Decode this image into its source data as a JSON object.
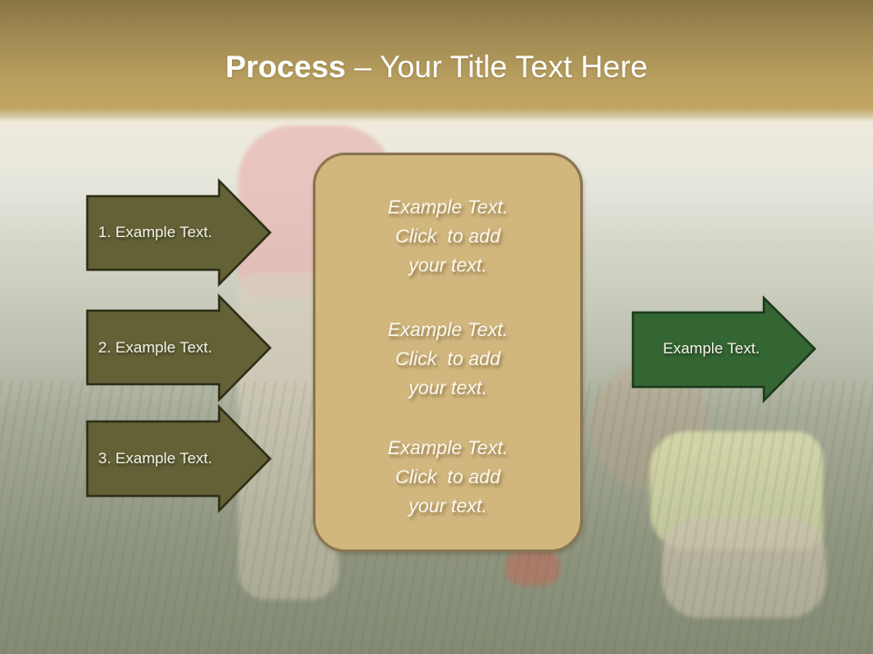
{
  "slide": {
    "title": {
      "bold": "Process",
      "regular": " – Your Title Text Here"
    },
    "left_arrows": [
      {
        "label": "1. Example Text."
      },
      {
        "label": "2. Example Text."
      },
      {
        "label": "3. Example Text."
      }
    ],
    "center_box": {
      "blocks": [
        {
          "lines": [
            "Example Text.",
            "Click  to add",
            "your text."
          ]
        },
        {
          "lines": [
            "Example Text.",
            "Click  to add",
            "your text."
          ]
        },
        {
          "lines": [
            "Example Text.",
            "Click  to add",
            "your text."
          ]
        }
      ]
    },
    "right_arrow": {
      "label": "Example Text."
    },
    "colors": {
      "title_band": "#b89f5f",
      "left_arrow_fill": "#636236",
      "left_arrow_stroke": "#2f2f17",
      "right_arrow_fill": "#336633",
      "right_arrow_stroke": "#1d3a1d",
      "center_box_fill": "#d1b67e",
      "center_box_border": "#8a7650"
    }
  }
}
